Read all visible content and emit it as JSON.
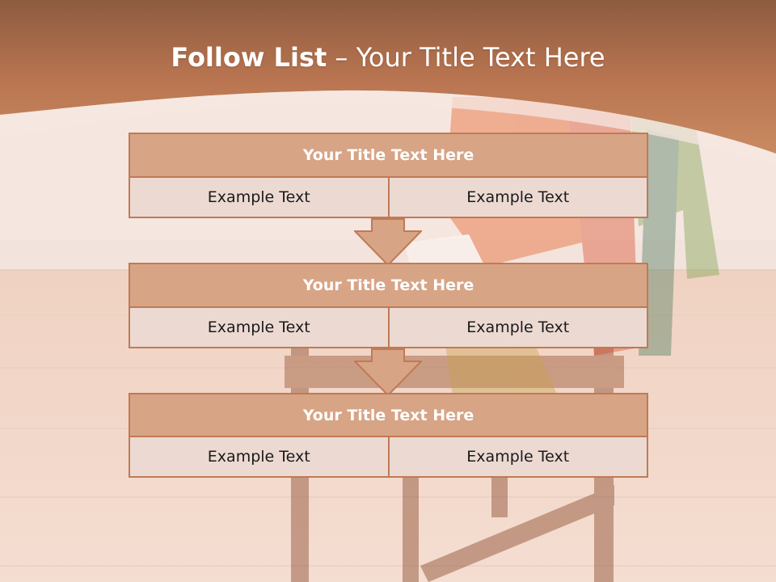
{
  "slide": {
    "title_bold": "Follow List",
    "title_rest": "– Your Title Text Here"
  },
  "steps": [
    {
      "title": "Your Title Text Here",
      "left": "Example Text",
      "right": "Example Text"
    },
    {
      "title": "Your Title Text Here",
      "left": "Example Text",
      "right": "Example Text"
    },
    {
      "title": "Your Title Text Here",
      "left": "Example Text",
      "right": "Example Text"
    }
  ],
  "colors": {
    "header_band": "#c4845c",
    "block_header": "#d7a486",
    "block_cell": "#ecdad2",
    "border": "#c07a55"
  }
}
